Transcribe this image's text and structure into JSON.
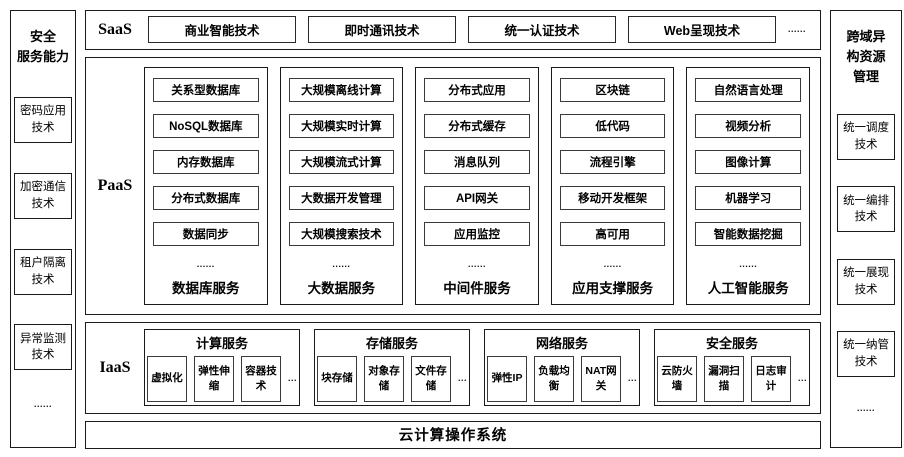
{
  "colors": {
    "background": "#ffffff",
    "border": "#1a1a1a",
    "text": "#000000"
  },
  "left_sidebar": {
    "title": "安全服务能力",
    "title_lines": [
      "安全",
      "服务能力"
    ],
    "items": [
      "密码应用技术",
      "加密通信技术",
      "租户隔离技术",
      "异常监测技术"
    ],
    "ellipsis": "......"
  },
  "saas": {
    "label": "SaaS",
    "items": [
      "商业智能技术",
      "即时通讯技术",
      "统一认证技术",
      "Web呈现技术"
    ],
    "ellipsis": "......"
  },
  "paas": {
    "label": "PaaS",
    "columns": [
      {
        "title": "数据库服务",
        "items": [
          "关系型数据库",
          "NoSQL数据库",
          "内存数据库",
          "分布式数据库",
          "数据同步"
        ],
        "ellipsis": "......"
      },
      {
        "title": "大数据服务",
        "items": [
          "大规模离线计算",
          "大规模实时计算",
          "大规模流式计算",
          "大数据开发管理",
          "大规模搜索技术"
        ],
        "ellipsis": "......"
      },
      {
        "title": "中间件服务",
        "items": [
          "分布式应用",
          "分布式缓存",
          "消息队列",
          "API网关",
          "应用监控"
        ],
        "ellipsis": "......"
      },
      {
        "title": "应用支撑服务",
        "items": [
          "区块链",
          "低代码",
          "流程引擎",
          "移动开发框架",
          "高可用"
        ],
        "ellipsis": "......"
      },
      {
        "title": "人工智能服务",
        "items": [
          "自然语言处理",
          "视频分析",
          "图像计算",
          "机器学习",
          "智能数据挖掘"
        ],
        "ellipsis": "......"
      }
    ]
  },
  "iaas": {
    "label": "IaaS",
    "groups": [
      {
        "title": "计算服务",
        "items": [
          "虚拟化",
          "弹性伸缩",
          "容器技术"
        ],
        "ellipsis": "..."
      },
      {
        "title": "存储服务",
        "items": [
          "块存储",
          "对象存储",
          "文件存储"
        ],
        "ellipsis": "..."
      },
      {
        "title": "网络服务",
        "items": [
          "弹性IP",
          "负载均衡",
          "NAT网关"
        ],
        "ellipsis": "..."
      },
      {
        "title": "安全服务",
        "items": [
          "云防火墙",
          "漏洞扫描",
          "日志审计"
        ],
        "ellipsis": "..."
      }
    ]
  },
  "bottom_bar": {
    "title": "云计算操作系统"
  },
  "right_sidebar": {
    "title": "跨域异构资源管理",
    "title_lines": [
      "跨域异",
      "构资源",
      "管理"
    ],
    "items": [
      "统一调度技术",
      "统一编排技术",
      "统一展现技术",
      "统一纳管技术"
    ],
    "ellipsis": "......"
  }
}
